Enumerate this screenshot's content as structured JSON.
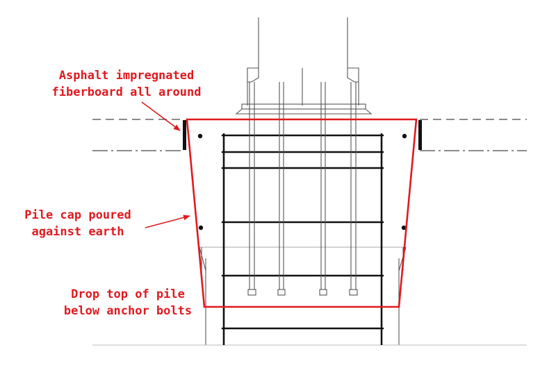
{
  "annotations": {
    "fiberboard": {
      "line1": "Asphalt impregnated",
      "line2": "fiberboard all around"
    },
    "pile_cap": {
      "line1": "Pile cap poured",
      "line2": "against earth"
    },
    "drop_top": {
      "line1": "Drop top of pile",
      "line2": "below anchor bolts"
    }
  },
  "colors": {
    "annotation": "#e0191f",
    "linework": "#555555",
    "rebar": "#111111",
    "background": "#ffffff"
  }
}
